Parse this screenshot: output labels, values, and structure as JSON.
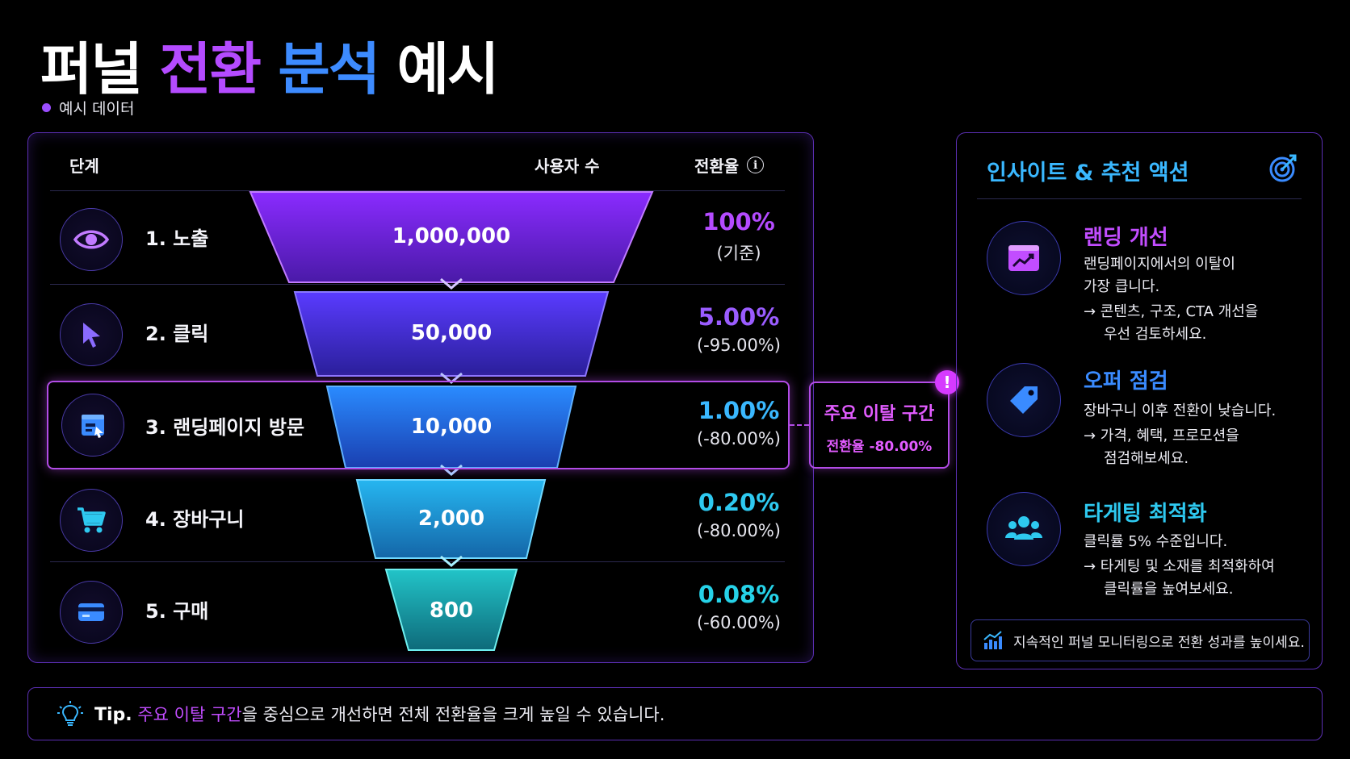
{
  "title": {
    "w1": "퍼널",
    "w2": "전환",
    "w3": "분석",
    "w4": "예시"
  },
  "subtitle": "예시 데이터",
  "headers": {
    "stage": "단계",
    "users": "사용자 수",
    "rate": "전환율",
    "info_icon": "i"
  },
  "stages": [
    {
      "label": "1. 노출",
      "users": "1,000,000",
      "rate": "100%",
      "sub": "(기준)",
      "icon": "eye-icon",
      "color": "#b44bff"
    },
    {
      "label": "2. 클릭",
      "users": "50,000",
      "rate": "5.00%",
      "sub": "(-95.00%)",
      "icon": "cursor-icon",
      "color": "#9a5cff"
    },
    {
      "label": "3. 랜딩페이지 방문",
      "users": "10,000",
      "rate": "1.00%",
      "sub": "(-80.00%)",
      "icon": "webpage-icon",
      "color": "#3ab8ff",
      "highlight": true
    },
    {
      "label": "4. 장바구니",
      "users": "2,000",
      "rate": "0.20%",
      "sub": "(-80.00%)",
      "icon": "cart-icon",
      "color": "#2ec9f0"
    },
    {
      "label": "5. 구매",
      "users": "800",
      "rate": "0.08%",
      "sub": "(-60.00%)",
      "icon": "credit-card-icon",
      "color": "#26d2e8"
    }
  ],
  "callout": {
    "title": "주요 이탈 구간",
    "sub": "전환율 -80.00%",
    "badge": "!"
  },
  "insights": {
    "title": "인사이트 & 추천 액션",
    "items": [
      {
        "head": "랜딩 개선",
        "color": "#c24dff",
        "line1": "랜딩페이지에서의 이탈이",
        "line2": "가장 큽니다.",
        "action1": "→ 콘텐츠, 구조, CTA 개선을",
        "action2": "우선 검토하세요.",
        "icon": "chart-window-icon"
      },
      {
        "head": "오퍼 점검",
        "color": "#3a8bff",
        "line1": "장바구니 이후 전환이 낮습니다.",
        "line2": "",
        "action1": "→ 가격, 혜택, 프로모션을",
        "action2": "점검해보세요.",
        "icon": "price-tag-icon"
      },
      {
        "head": "타게팅 최적화",
        "color": "#2ec9f0",
        "line1": "클릭률 5% 수준입니다.",
        "line2": "",
        "action1": "→ 타게팅 및 소재를 최적화하여",
        "action2": "클릭률을 높여보세요.",
        "icon": "users-icon"
      }
    ],
    "footer": "지속적인 퍼널 모니터링으로 전환 성과를 높이세요."
  },
  "tip": {
    "label": "Tip.",
    "highlight": "주요 이탈 구간",
    "rest": "을 중심으로 개선하면 전체 전환율을 크게 높일 수 있습니다."
  },
  "colors": {
    "purple": "#b44bff",
    "blue": "#3d8bff",
    "cyan": "#2ec9f0",
    "border": "#5b2fb3",
    "highlight_border": "#b24ce6"
  }
}
